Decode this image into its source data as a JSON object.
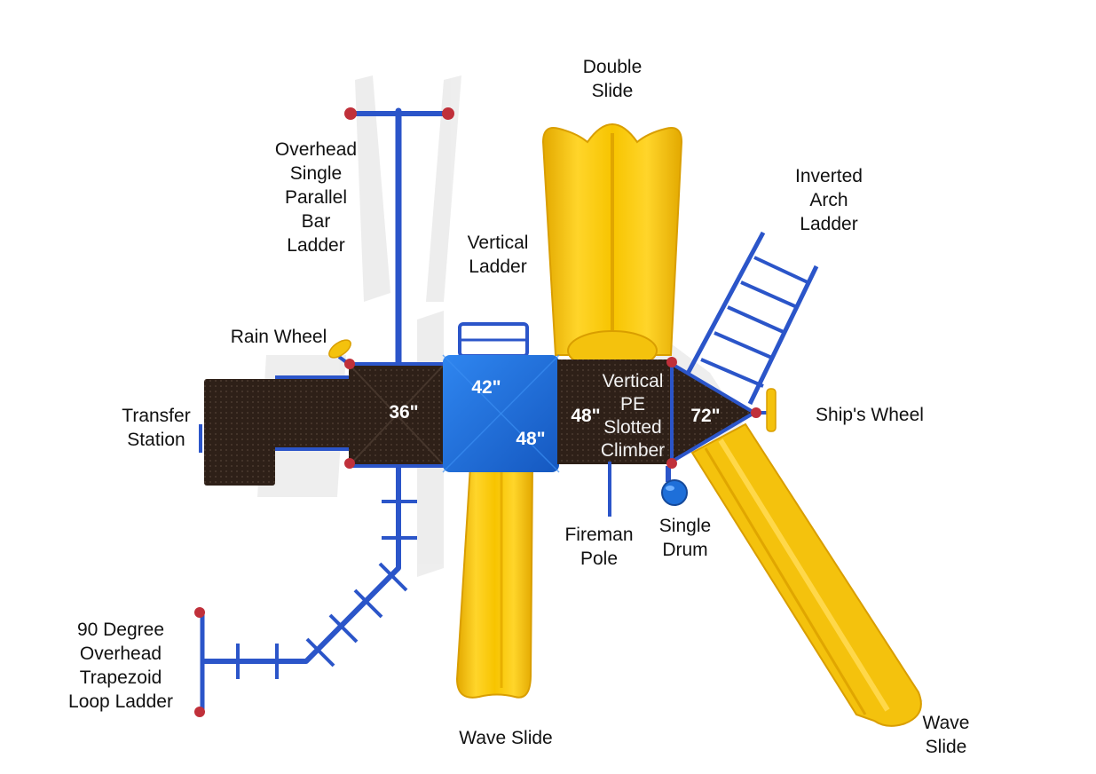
{
  "colors": {
    "slide": "#f4c20d",
    "slide_dark": "#d99e00",
    "deck": "#2e2018",
    "roof_blue": "#1e6fd9",
    "frame_blue": "#2b55c9",
    "bracket_red": "#c0303a",
    "shadow": "#ebebeb"
  },
  "dimensions": {
    "deck_36": "36\"",
    "deck_42": "42\"",
    "deck_48_blue": "48\"",
    "deck_48": "48\"",
    "deck_72": "72\""
  },
  "labels": {
    "double_slide": [
      "Double",
      "Slide"
    ],
    "overhead_ladder": [
      "Overhead",
      "Single",
      "Parallel",
      "Bar",
      "Ladder"
    ],
    "vertical_ladder": [
      "Vertical",
      "Ladder"
    ],
    "inverted_arch": [
      "Inverted",
      "Arch",
      "Ladder"
    ],
    "rain_wheel": "Rain Wheel",
    "transfer_station": [
      "Transfer",
      "Station"
    ],
    "pe_climber": [
      "Vertical",
      "PE",
      "Slotted",
      "Climber"
    ],
    "ships_wheel": "Ship's Wheel",
    "fireman_pole": [
      "Fireman",
      "Pole"
    ],
    "single_drum": [
      "Single",
      "Drum"
    ],
    "loop_ladder": [
      "90 Degree",
      "Overhead",
      "Trapezoid",
      "Loop Ladder"
    ],
    "wave_slide_center": "Wave Slide",
    "wave_slide_right": [
      "Wave",
      "Slide"
    ]
  },
  "icons": [
    "ship-wheel-icon",
    "rain-wheel-icon",
    "drum-icon",
    "bracket-icon"
  ]
}
